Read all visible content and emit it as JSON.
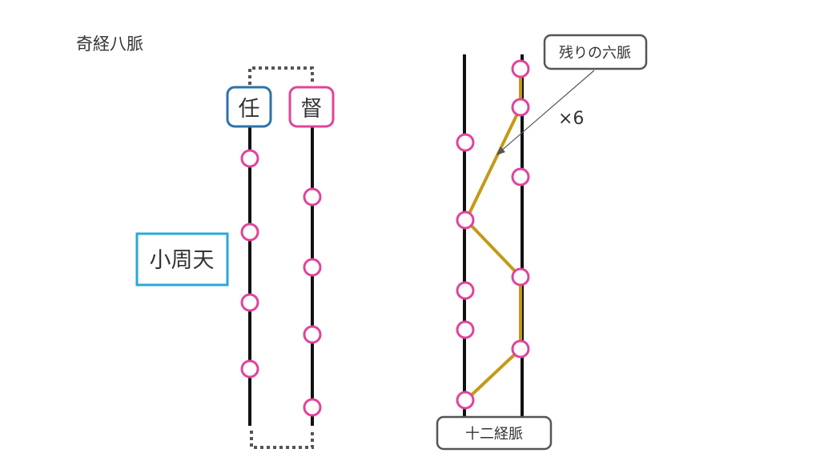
{
  "title": "奇経八脈",
  "left": {
    "ren_label": "任",
    "du_label": "督",
    "small_circuit_label": "小周天",
    "colors": {
      "ren_border": "#2e72a8",
      "du_border": "#e0449a",
      "small_circuit_border": "#29a9d8"
    }
  },
  "right": {
    "remaining_label": "残りの六脈",
    "multiplier_label": "×6",
    "twelve_meridians_label": "十二経脈",
    "colors": {
      "connector_line": "#c49a16"
    }
  },
  "colors": {
    "line": "#111111",
    "point": "#e0449a",
    "box_border": "#555555",
    "text": "#333333"
  }
}
